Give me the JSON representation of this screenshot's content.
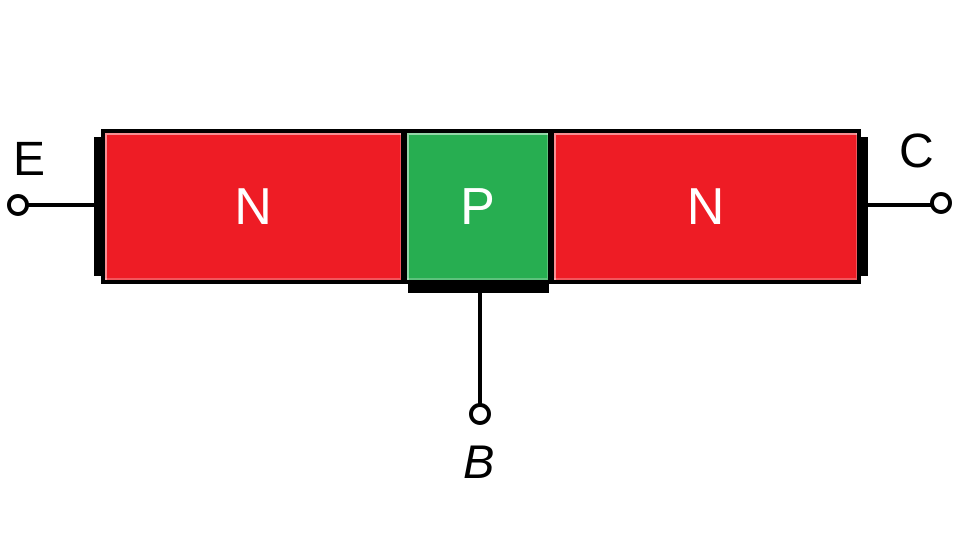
{
  "diagram": {
    "background_color": "#FFFFFF",
    "outline_color": "#000000",
    "region_label_color": "#FFFFFF",
    "terminal_label_color": "#000000",
    "regions": [
      {
        "label": "N",
        "color": "#EE1C25"
      },
      {
        "label": "P",
        "color": "#27AE51"
      },
      {
        "label": "N",
        "color": "#EE1C25"
      }
    ],
    "terminals": {
      "emitter": {
        "label": "E"
      },
      "collector": {
        "label": "C"
      },
      "base": {
        "label": "B"
      }
    }
  }
}
